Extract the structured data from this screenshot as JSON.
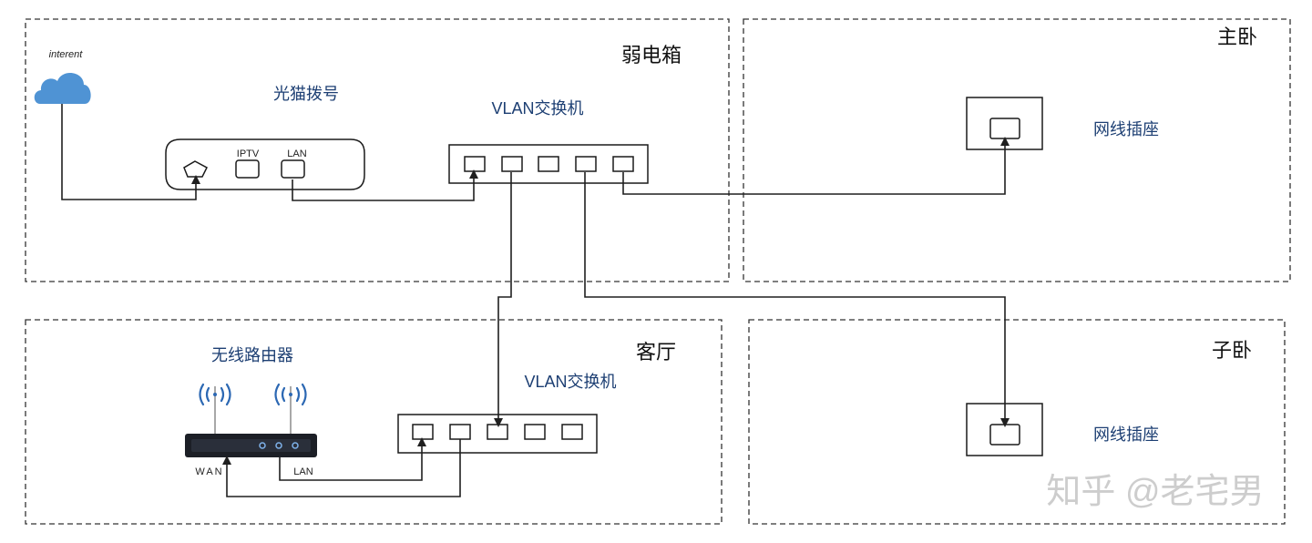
{
  "zones": {
    "distribution_box": "弱电箱",
    "master_bedroom": "主卧",
    "living_room": "客厅",
    "kids_room": "子卧"
  },
  "devices": {
    "internet_cloud": "interent",
    "optical_modem": {
      "title": "光猫拨号",
      "ports": [
        "IPTV",
        "LAN"
      ]
    },
    "vlan_switch_main": "VLAN交换机",
    "vlan_switch_living": "VLAN交换机",
    "wireless_router": {
      "title": "无线路由器",
      "ports": [
        "WAN",
        "LAN"
      ]
    },
    "ethernet_outlet_master": "网线插座",
    "ethernet_outlet_kids": "网线插座"
  },
  "watermark": "知乎 @老宅男",
  "colors": {
    "label_blue": "#1d3f73",
    "cloud_blue": "#4f93d4",
    "wifi_blue": "#2c68b3",
    "router_body": "#1c1f26"
  },
  "icons": [
    "cloud-icon",
    "wifi-signal-icon",
    "arrow-head-icon"
  ]
}
